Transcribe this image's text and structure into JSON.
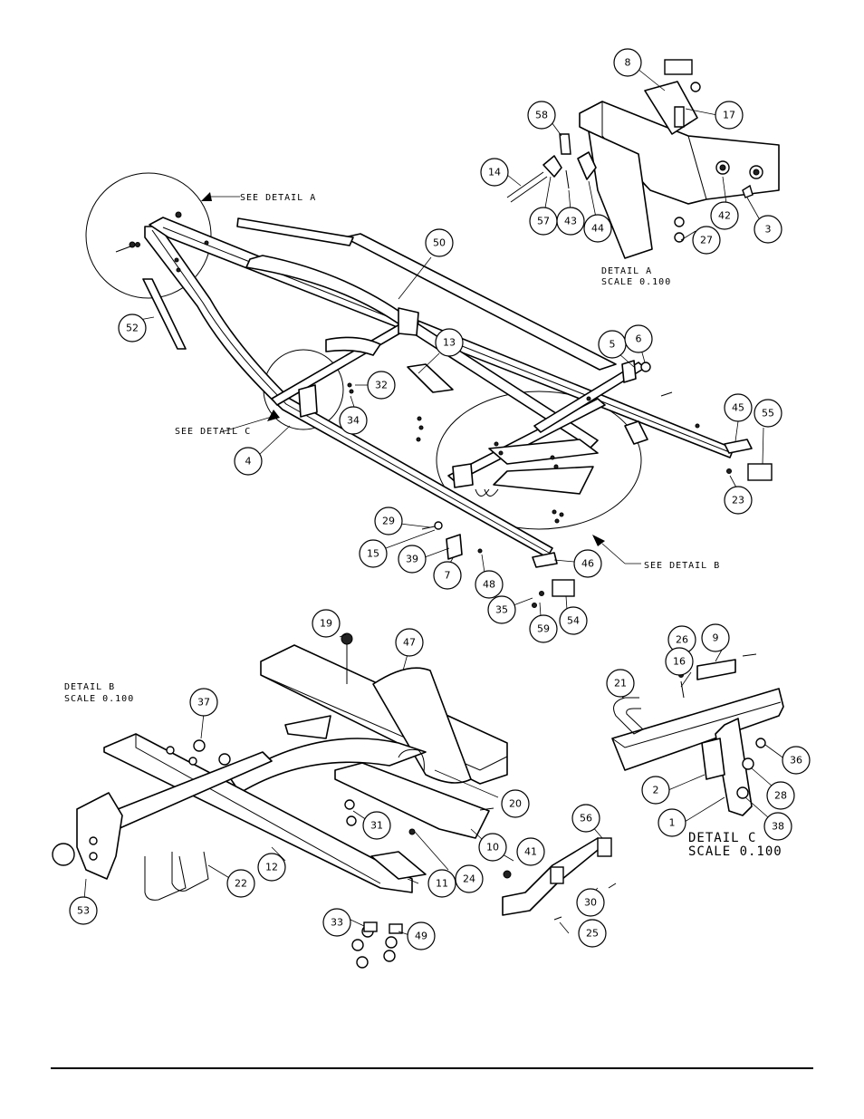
{
  "callouts": [
    {
      "id": "b8",
      "label": "8"
    },
    {
      "id": "b17",
      "label": "17"
    },
    {
      "id": "b58",
      "label": "58"
    },
    {
      "id": "b14",
      "label": "14"
    },
    {
      "id": "b57",
      "label": "57"
    },
    {
      "id": "b43",
      "label": "43"
    },
    {
      "id": "b44",
      "label": "44"
    },
    {
      "id": "b27",
      "label": "27"
    },
    {
      "id": "b42",
      "label": "42"
    },
    {
      "id": "b3",
      "label": "3"
    },
    {
      "id": "b50",
      "label": "50"
    },
    {
      "id": "b52",
      "label": "52"
    },
    {
      "id": "b13",
      "label": "13"
    },
    {
      "id": "b5",
      "label": "5"
    },
    {
      "id": "b6",
      "label": "6"
    },
    {
      "id": "b32",
      "label": "32"
    },
    {
      "id": "b34",
      "label": "34"
    },
    {
      "id": "b45",
      "label": "45"
    },
    {
      "id": "b55",
      "label": "55"
    },
    {
      "id": "b4",
      "label": "4"
    },
    {
      "id": "b23",
      "label": "23"
    },
    {
      "id": "b29",
      "label": "29"
    },
    {
      "id": "b15",
      "label": "15"
    },
    {
      "id": "b39",
      "label": "39"
    },
    {
      "id": "b7",
      "label": "7"
    },
    {
      "id": "b48",
      "label": "48"
    },
    {
      "id": "b46",
      "label": "46"
    },
    {
      "id": "b35",
      "label": "35"
    },
    {
      "id": "b59",
      "label": "59"
    },
    {
      "id": "b54",
      "label": "54"
    },
    {
      "id": "b19",
      "label": "19"
    },
    {
      "id": "b47",
      "label": "47"
    },
    {
      "id": "b37",
      "label": "37"
    },
    {
      "id": "b26",
      "label": "26"
    },
    {
      "id": "b9",
      "label": "9"
    },
    {
      "id": "b21",
      "label": "21"
    },
    {
      "id": "b16",
      "label": "16"
    },
    {
      "id": "b36",
      "label": "36"
    },
    {
      "id": "b28",
      "label": "28"
    },
    {
      "id": "b2",
      "label": "2"
    },
    {
      "id": "b38",
      "label": "38"
    },
    {
      "id": "b1",
      "label": "1"
    },
    {
      "id": "b20",
      "label": "20"
    },
    {
      "id": "b31",
      "label": "31"
    },
    {
      "id": "b10",
      "label": "10"
    },
    {
      "id": "b41",
      "label": "41"
    },
    {
      "id": "b56",
      "label": "56"
    },
    {
      "id": "b24",
      "label": "24"
    },
    {
      "id": "b12",
      "label": "12"
    },
    {
      "id": "b11",
      "label": "11"
    },
    {
      "id": "b53",
      "label": "53"
    },
    {
      "id": "b22",
      "label": "22"
    },
    {
      "id": "b30",
      "label": "30"
    },
    {
      "id": "b33",
      "label": "33"
    },
    {
      "id": "b49",
      "label": "49"
    },
    {
      "id": "b25",
      "label": "25"
    }
  ],
  "notes": {
    "see_detail_a": "SEE DETAIL A",
    "see_detail_b": "SEE DETAIL B",
    "see_detail_c": "SEE DETAIL C"
  },
  "detail_a": {
    "title": "DETAIL A",
    "scale": "SCALE 0.100"
  },
  "detail_b": {
    "title": "DETAIL B",
    "scale": "SCALE 0.100"
  },
  "detail_c": {
    "title": "DETAIL C",
    "scale": "SCALE 0.100"
  }
}
